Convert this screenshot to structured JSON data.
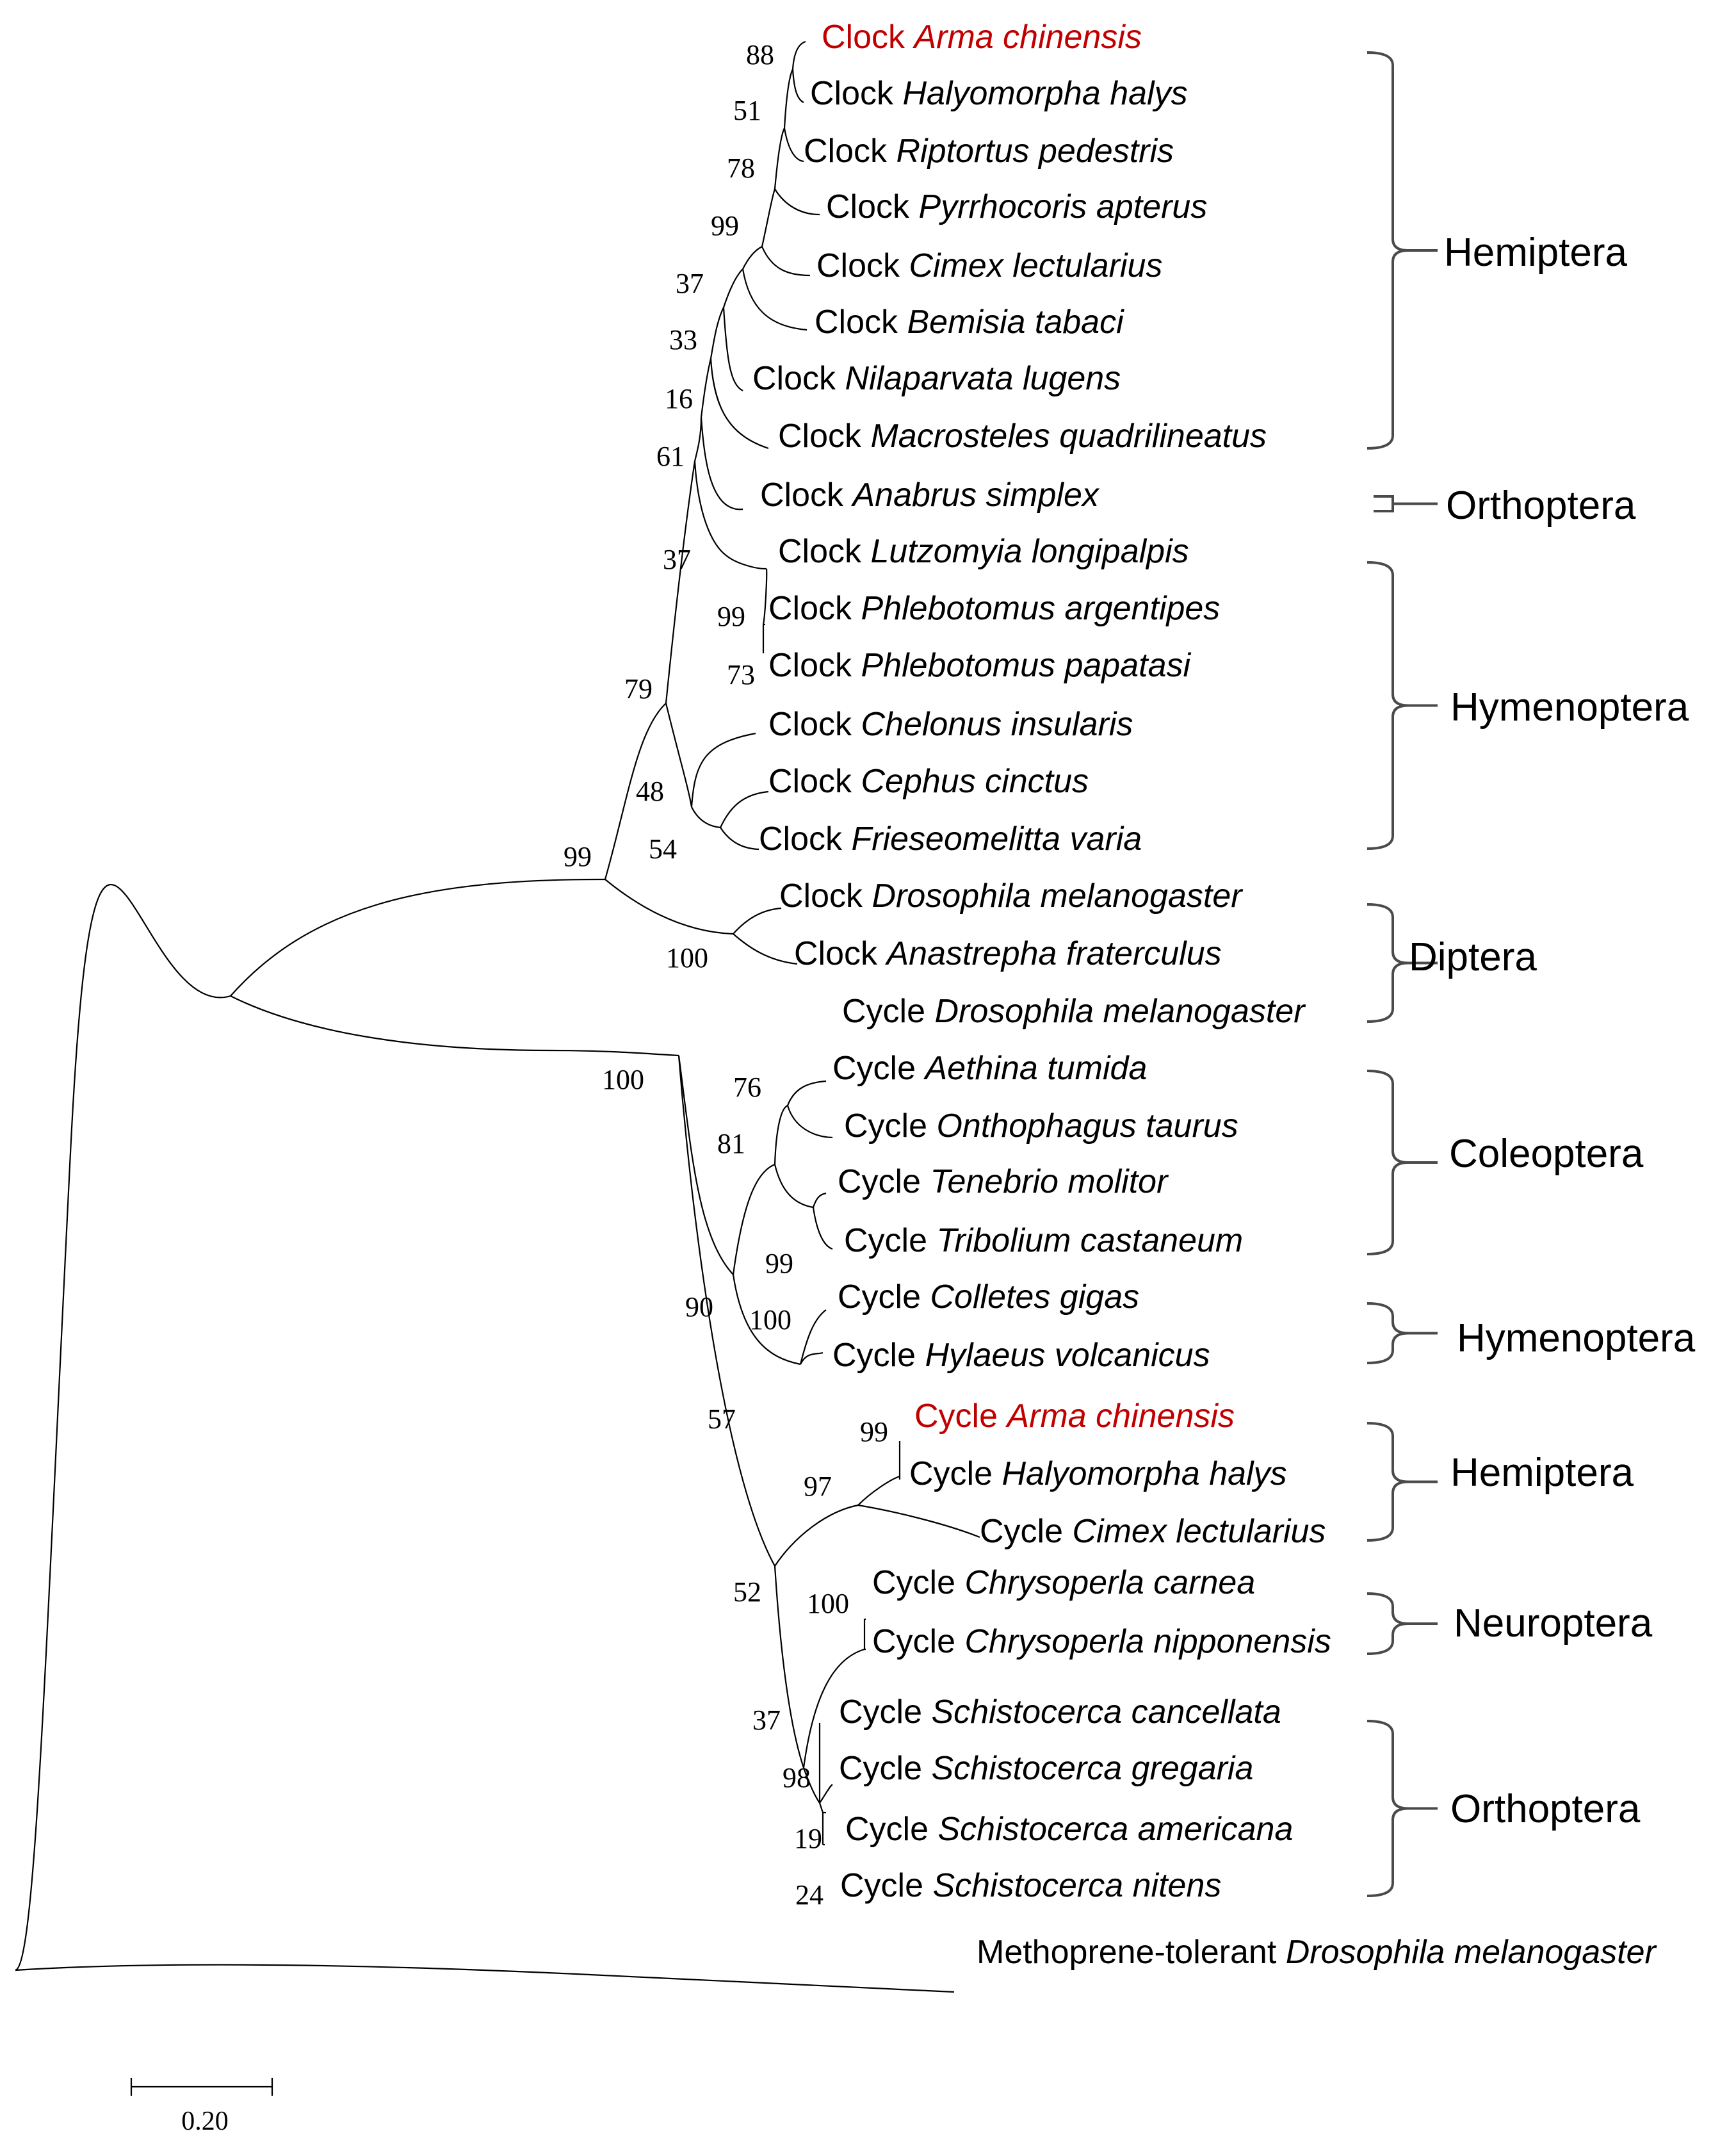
{
  "tree": {
    "leaves": [
      {
        "prefix": "Clock",
        "species": "Arma chinensis",
        "highlight": true
      },
      {
        "prefix": "Clock",
        "species": "Halyomorpha halys"
      },
      {
        "prefix": "Clock",
        "species": "Riptortus  pedestris"
      },
      {
        "prefix": "Clock",
        "species": "Pyrrhocoris apterus"
      },
      {
        "prefix": "Clock",
        "species": "Cimex lectularius"
      },
      {
        "prefix": "Clock",
        "species": "Bemisia tabaci"
      },
      {
        "prefix": "Clock",
        "species": "Nilaparvata lugens"
      },
      {
        "prefix": "Clock",
        "species": "Macrosteles quadrilineatus"
      },
      {
        "prefix": "Clock",
        "species": "Anabrus simplex"
      },
      {
        "prefix": "Clock",
        "species": "Lutzomyia longipalpis"
      },
      {
        "prefix": "Clock",
        "species": "Phlebotomus argentipes"
      },
      {
        "prefix": "Clock",
        "species": "Phlebotomus papatasi"
      },
      {
        "prefix": "Clock",
        "species": "Chelonus insularis"
      },
      {
        "prefix": "Clock",
        "species": "Cephus cinctus"
      },
      {
        "prefix": "Clock",
        "species": "Frieseomelitta varia"
      },
      {
        "prefix": "Clock",
        "species": "Drosophila melanogaster"
      },
      {
        "prefix": "Clock",
        "species": "Anastrepha fraterculus"
      },
      {
        "prefix": "Cycle",
        "species": "Drosophila melanogaster"
      },
      {
        "prefix": "Cycle",
        "species": "Aethina tumida"
      },
      {
        "prefix": "Cycle",
        "species": "Onthophagus taurus"
      },
      {
        "prefix": "Cycle",
        "species": "Tenebrio molitor"
      },
      {
        "prefix": "Cycle",
        "species": "Tribolium castaneum"
      },
      {
        "prefix": "Cycle",
        "species": "Colletes gigas"
      },
      {
        "prefix": "Cycle",
        "species": "Hylaeus volcanicus"
      },
      {
        "prefix": "Cycle",
        "species": "Arma chinensis",
        "highlight": true
      },
      {
        "prefix": "Cycle",
        "species": "Halyomorpha halys"
      },
      {
        "prefix": "Cycle",
        "species": "Cimex lectularius"
      },
      {
        "prefix": "Cycle",
        "species": "Chrysoperla carnea"
      },
      {
        "prefix": "Cycle",
        "species": "Chrysoperla nipponensis"
      },
      {
        "prefix": "Cycle",
        "species": "Schistocerca cancellata"
      },
      {
        "prefix": "Cycle",
        "species": "Schistocerca gregaria"
      },
      {
        "prefix": "Cycle",
        "species": "Schistocerca americana"
      },
      {
        "prefix": "Cycle",
        "species": "Schistocerca nitens"
      },
      {
        "prefix": "Methoprene-tolerant",
        "species": "Drosophila melanogaster"
      }
    ],
    "bootstrap": [
      "88",
      "51",
      "78",
      "99",
      "37",
      "33",
      "16",
      "61",
      "37",
      "99",
      "73",
      "79",
      "48",
      "54",
      "99",
      "100",
      "100",
      "76",
      "81",
      "99",
      "100",
      "90",
      "57",
      "99",
      "97",
      "52",
      "100",
      "37",
      "98",
      "19",
      "24"
    ],
    "orders": [
      "Hemiptera",
      "Orthoptera",
      "Hymenoptera",
      "Diptera",
      "Coleoptera",
      "Hymenoptera",
      "Hemiptera",
      "Neuroptera",
      "Orthoptera"
    ],
    "highlight_color": "#c00000"
  },
  "scale_bar": {
    "label": "0.20"
  }
}
